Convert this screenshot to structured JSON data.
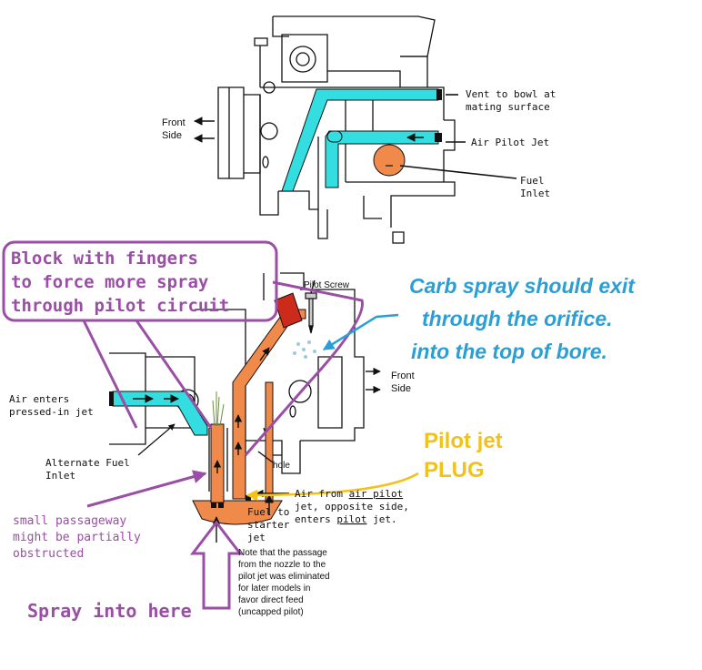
{
  "labels": {
    "vent_to_bowl": [
      "Vent to bowl at",
      "mating surface"
    ],
    "air_pilot_jet": "Air Pilot Jet",
    "fuel_inlet": [
      "Fuel",
      "Inlet"
    ],
    "front_side_top": [
      "Front",
      "Side"
    ],
    "block_with_fingers": [
      "Block with fingers",
      "to force more spray",
      "through pilot circuit"
    ],
    "pilot_screw": "Pilot Screw",
    "carb_spray_note": [
      "Carb spray should exit",
      "through the orifice.",
      "into the top of bore."
    ],
    "front_side_bottom": [
      "Front",
      "Side"
    ],
    "air_enters": [
      "Air enters",
      "pressed-in jet"
    ],
    "alternate_fuel_inlet": [
      "Alternate Fuel",
      "Inlet"
    ],
    "hole": "hole",
    "pilot_jet_plug": [
      "Pilot jet",
      "PLUG"
    ],
    "air_from_pilot": {
      "line1_prefix": "Air from ",
      "line1_underlined": "air pilot",
      "line2": "jet, opposite side,",
      "line3_prefix": "enters ",
      "line3_underlined": "pilot",
      "line3_suffix": " jet."
    },
    "fuel_to_starter": [
      "Fuel to",
      "starter",
      "jet"
    ],
    "small_passageway": [
      "small passageway",
      "might be partially",
      "obstructed"
    ],
    "note_passage": [
      "Note that the passage",
      "from the nozzle to the",
      "pilot jet was eliminated",
      "for later models in",
      "favor direct feed",
      "(uncapped pilot)"
    ],
    "spray_into_here": "Spray into here"
  },
  "colors": {
    "cyan": "#33dde0",
    "orange": "#f08a4b",
    "purple": "#9a4ea6",
    "blue_note": "#2a9fd6",
    "yellow": "#f2c21b",
    "red": "#cc2a1a",
    "ink": "#111111"
  }
}
